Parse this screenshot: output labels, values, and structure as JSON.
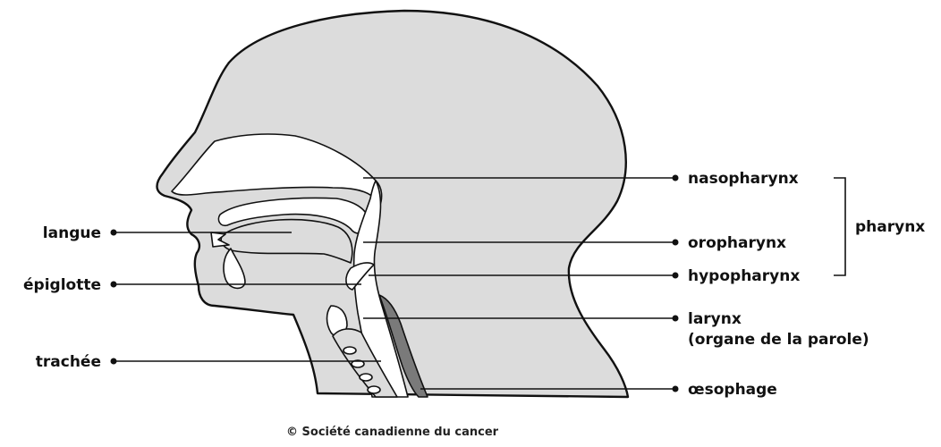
{
  "colors": {
    "head_fill": "#dcdcdc",
    "cavity_fill": "#ffffff",
    "line": "#111111",
    "esophagus_fill": "#7a7a7a"
  },
  "labels_left": {
    "langue": "langue",
    "epiglotte": "épiglotte",
    "trachee": "trachée"
  },
  "labels_right": {
    "nasopharynx": "nasopharynx",
    "oropharynx": "oropharynx",
    "hypopharynx": "hypopharynx",
    "larynx": "larynx",
    "larynx_note": "(organe de la parole)",
    "oesophage": "œsophage"
  },
  "group_label": "pharynx",
  "copyright": "© Société canadienne du cancer"
}
